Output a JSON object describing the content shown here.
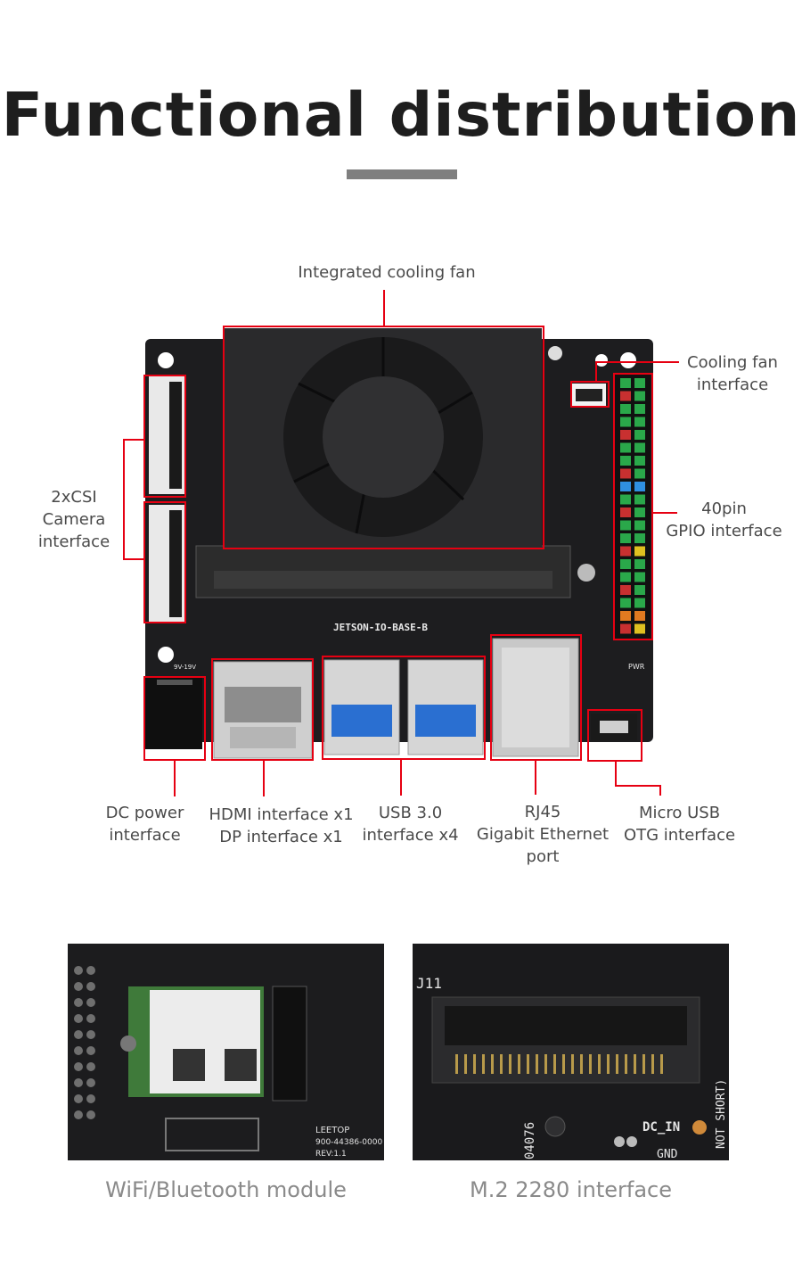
{
  "header": {
    "title": "Functional distribution"
  },
  "board": {
    "silkscreen": "JETSON-IO-BASE-B",
    "pwr_label": "PWR",
    "dc_label": "9V-19V"
  },
  "callouts": {
    "fan": "Integrated cooling fan",
    "fan_interface_1": "Cooling fan",
    "fan_interface_2": "interface",
    "csi_1": "2xCSI",
    "csi_2": "Camera",
    "csi_3": "interface",
    "gpio_1": "40pin",
    "gpio_2": "GPIO interface",
    "dc_1": "DC power",
    "dc_2": "interface",
    "hdmi_1": "HDMI interface x1",
    "hdmi_2": "DP interface x1",
    "usb_1": "USB 3.0",
    "usb_2": "interface x4",
    "rj45_1": "RJ45",
    "rj45_2": "Gigabit Ethernet",
    "rj45_3": "port",
    "microusb_1": "Micro USB",
    "microusb_2": "OTG interface"
  },
  "photos": {
    "wifi": {
      "caption": "WiFi/Bluetooth module",
      "board_text_1": "LEETOP",
      "board_text_2": "900-44386-0000",
      "board_text_3": "REV:1.1"
    },
    "m2": {
      "caption": "M.2 2280 interface",
      "board_text_1": "J11",
      "board_text_2": "DC_IN",
      "board_text_3": "GND",
      "board_text_4": "04076",
      "board_text_5": "NOT SHORT)"
    }
  },
  "colors": {
    "accent": "#e60012",
    "pcb": "#1d1d1f",
    "title": "#1e1e1e"
  }
}
